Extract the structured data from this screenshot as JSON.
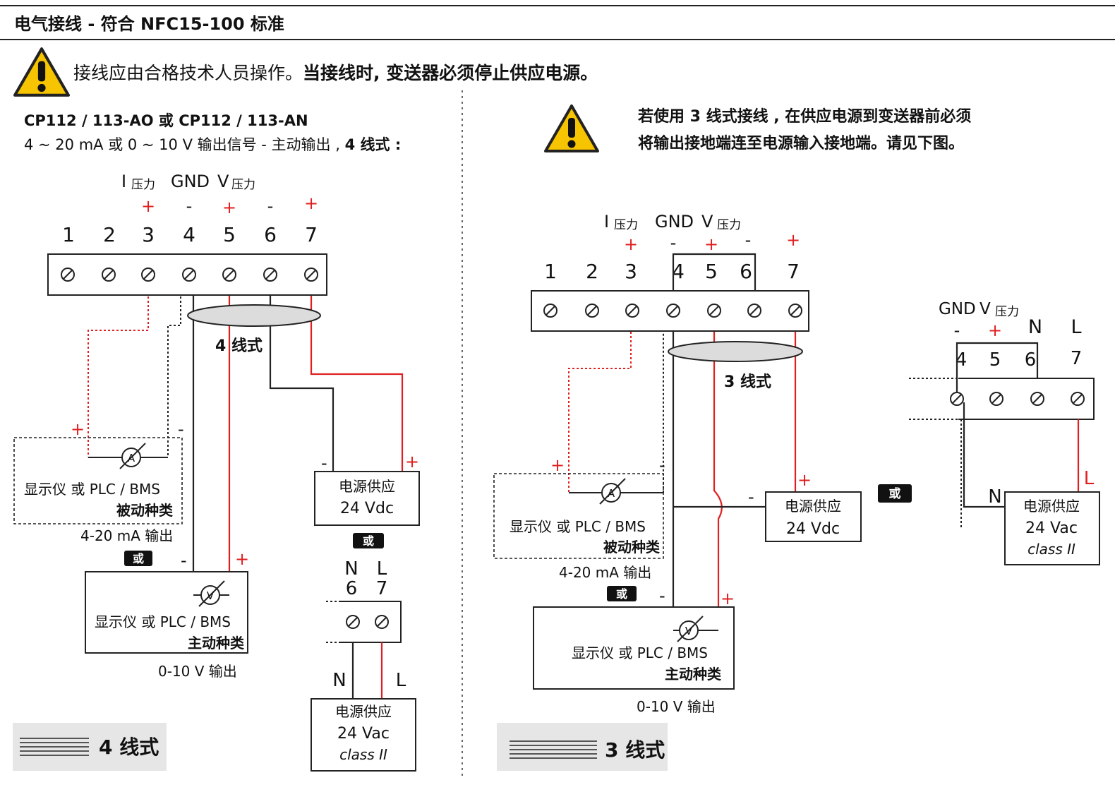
{
  "header": {
    "title": "电气接线 - 符合 NFC15-100 标准"
  },
  "warning_top": {
    "normal": "接线应由合格技术人员操作。",
    "bold": "当接线时, 变送器必须停止供应电源。"
  },
  "left": {
    "model_line": "CP112 / 113-AO 或 CP112 / 113-AN",
    "signal_line_normal": "4 ~ 20 mA 或 0 ~ 10 V 输出信号 - 主动输出 ,",
    "signal_line_bold": "4 线式 :",
    "term_label_i": "I",
    "term_label_i_sub": "压力",
    "term_label_gnd": "GND",
    "term_label_v": "V",
    "term_label_v_sub": "压力",
    "terminals": [
      "1",
      "2",
      "3",
      "4",
      "5",
      "6",
      "7"
    ],
    "polarity": [
      "+",
      "-",
      "+",
      "-",
      "+"
    ],
    "cable_label": "4 线式",
    "passive_box": {
      "plus": "+",
      "minus": "-",
      "meter": "A",
      "line1": "显示仪 或 PLC / BMS",
      "line2": "被动种类",
      "caption": "4-20 mA 输出"
    },
    "or_badge": "或",
    "active_box": {
      "plus": "+",
      "minus": "-",
      "meter": "V",
      "line1": "显示仪 或 PLC / BMS",
      "line2": "主动种类",
      "caption": "0-10 V 输出"
    },
    "psu_dc": {
      "minus": "-",
      "plus": "+",
      "line1": "电源供应",
      "line2": "24 Vdc"
    },
    "or_badge2": "或",
    "ac_terms": {
      "n": "N",
      "l": "L",
      "t6": "6",
      "t7": "7"
    },
    "ac_wire_n": "N",
    "ac_wire_l": "L",
    "psu_ac": {
      "line1": "电源供应",
      "line2": "24 Vac",
      "line3": "class II"
    },
    "section_label": "4 线式"
  },
  "right": {
    "warning_line1": "若使用 3 线式接线 , 在供应电源到变送器前必须",
    "warning_line2": "将输出接地端连至电源输入接地端。请见下图。",
    "term_label_i": "I",
    "term_label_i_sub": "压力",
    "term_label_gnd": "GND",
    "term_label_v": "V",
    "term_label_v_sub": "压力",
    "terminals": [
      "1",
      "2",
      "3",
      "4",
      "5",
      "6",
      "7"
    ],
    "polarity": [
      "+",
      "-",
      "+",
      "-",
      "+"
    ],
    "cable_label": "3 线式",
    "passive_box": {
      "plus": "+",
      "minus": "-",
      "meter": "A",
      "line1": "显示仪 或 PLC / BMS",
      "line2": "被动种类",
      "caption": "4-20 mA 输出"
    },
    "or_badge": "或",
    "active_box": {
      "plus": "+",
      "minus": "-",
      "meter": "V",
      "line1": "显示仪 或 PLC / BMS",
      "line2": "主动种类",
      "caption": "0-10 V 输出"
    },
    "psu_dc": {
      "minus": "-",
      "plus": "+",
      "line1": "电源供应",
      "line2": "24 Vdc"
    },
    "or_badge2": "或",
    "alt": {
      "label_gnd": "GND",
      "label_v": "V",
      "label_v_sub": "压力",
      "label_n": "N",
      "label_l": "L",
      "polarity_minus": "-",
      "polarity_plus": "+",
      "terminals": [
        "4",
        "5",
        "6",
        "7"
      ],
      "wire_n": "N",
      "wire_l": "L",
      "psu_ac": {
        "line1": "电源供应",
        "line2": "24 Vac",
        "line3": "class II"
      }
    },
    "section_label": "3 线式"
  }
}
